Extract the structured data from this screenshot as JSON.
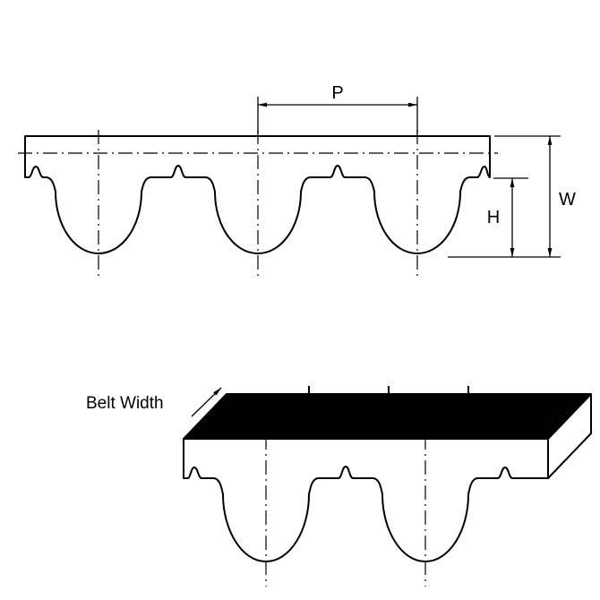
{
  "labels": {
    "pitch": "P",
    "belt_thickness": "W",
    "tooth_height": "H",
    "belt_width": "Belt Width"
  },
  "colors": {
    "line": "#000000",
    "belt_fill": "#ffffff",
    "belt_back_face": "#000000",
    "background": "#ffffff"
  }
}
